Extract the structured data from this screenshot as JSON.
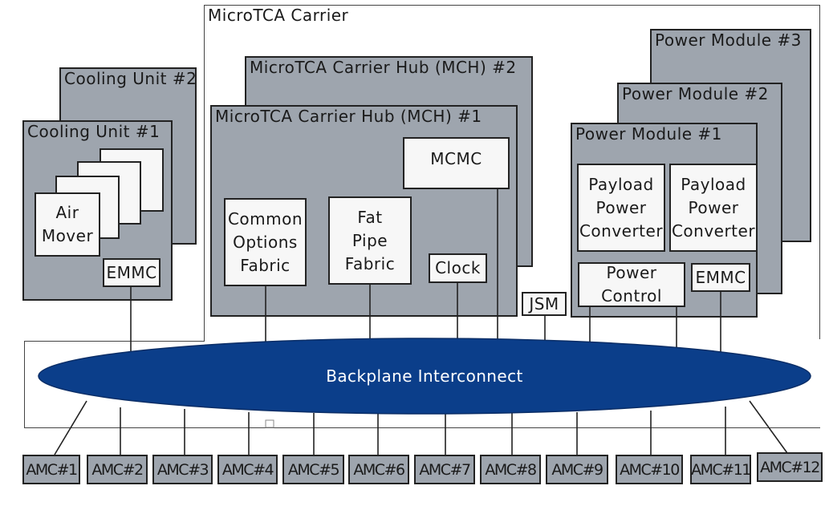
{
  "carrier": {
    "title": "MicroTCA Carrier"
  },
  "cooling": {
    "unit2_title": "Cooling Unit #2",
    "unit1_title": "Cooling Unit #1",
    "air_mover": "Air\nMover",
    "emmc": "EMMC"
  },
  "mch": {
    "hub2_title": "MicroTCA Carrier Hub (MCH) #2",
    "hub1_title": "MicroTCA Carrier Hub (MCH) #1",
    "mcmc": "MCMC",
    "common_options_fabric": "Common\nOptions\nFabric",
    "fat_pipe_fabric": "Fat\nPipe\nFabric",
    "clock": "Clock"
  },
  "jsm": "JSM",
  "power": {
    "module3_title": "Power Module #3",
    "module2_title": "Power Module #2",
    "module1_title": "Power Module #1",
    "payload_converter_1": "Payload\nPower\nConverter",
    "payload_converter_2": "Payload\nPower\nConverter",
    "power_control": "Power\nControl",
    "emmc": "EMMC"
  },
  "backplane": {
    "label": "Backplane Interconnect",
    "color": "#0b3e8a"
  },
  "amcs": [
    "AMC#1",
    "AMC#2",
    "AMC#3",
    "AMC#4",
    "AMC#5",
    "AMC#6",
    "AMC#7",
    "AMC#8",
    "AMC#9",
    "AMC#10",
    "AMC#11",
    "AMC#12"
  ],
  "colors": {
    "module_fill": "#9ea5ae",
    "component_fill": "#f7f7f7"
  }
}
